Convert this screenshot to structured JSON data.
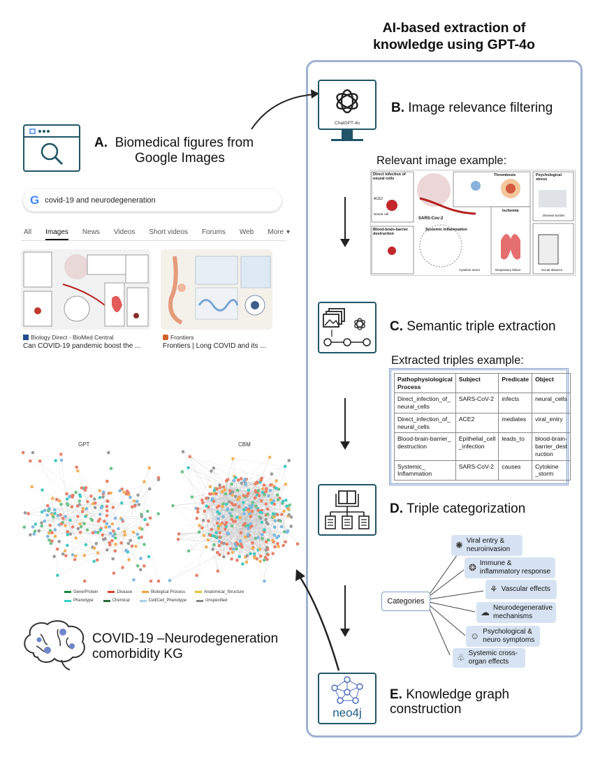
{
  "heading": {
    "line1": "AI-based extraction of",
    "line2": "knowledge using GPT-4o"
  },
  "section_a": {
    "letter": "A.",
    "title_line1": "Biomedical figures from",
    "title_line2": "Google Images"
  },
  "google": {
    "query": "covid-19 and neurodegeneration",
    "tabs": [
      "All",
      "Images",
      "News",
      "Videos",
      "Short videos",
      "Forums",
      "Web",
      "More"
    ],
    "active_tab": "Images",
    "results": [
      {
        "source": "Biology Direct - BioMed Central",
        "title": "Can COVID-19 pandemic boost the ..."
      },
      {
        "source": "Frontiers",
        "title": "Frontiers | Long COVID and its ..."
      }
    ]
  },
  "graphs": {
    "left_label": "GPT",
    "right_label": "CBM",
    "legend": [
      "Gene/Protein",
      "Disease",
      "Biological Process",
      "Anatomical_Structure",
      "Phenotype",
      "Chemical",
      "Cell/Cell_Phenotype",
      "Unspecified"
    ],
    "legend_colors": [
      "#1b8a3a",
      "#d9442c",
      "#f2a33a",
      "#e6c23a",
      "#36d0c6",
      "#2a6a3a",
      "#a8cfe6",
      "#888888"
    ]
  },
  "kg": {
    "line1": "COVID-19 –Neurodegeneration",
    "line2": "comorbidity KG"
  },
  "section_b": {
    "letter": "B.",
    "title": "Image relevance filtering",
    "icon_caption": "ChatGPT-4o",
    "example_label": "Relevant image example:"
  },
  "figure_labels": {
    "direct": "Direct infection of neural cells",
    "thrombosis": "Thrombosis",
    "psych": "Psychological stress",
    "sars": "SARS-Cov-2",
    "ischemia": "Ischemia",
    "bbb": "Blood-brain-barrier destruction",
    "systemic": "Systemic Inflammation",
    "ace2": "ACE2",
    "neural_cell": "Neural cell",
    "resp": "Respiratory failure",
    "social": "Social distance",
    "disease_burden": "Disease burden",
    "cytokine": "Cytokine storm"
  },
  "section_c": {
    "letter": "C.",
    "title": "Semantic triple extraction",
    "example_label": "Extracted triples example:"
  },
  "triples": {
    "headers": [
      "Pathophysiological Process",
      "Subject",
      "Predicate",
      "Object"
    ],
    "rows": [
      [
        "Direct_infection_of_ neural_cells",
        "SARS-CoV-2",
        "infects",
        "neural_cells"
      ],
      [
        "Direct_infection_of_ neural_cells",
        "ACE2",
        "mediates",
        "viral_entry"
      ],
      [
        "Blood-brain-barrier_ destruction",
        "Epithelial_cell _infection",
        "leads_to",
        "blood-brain-barrier_destruction"
      ],
      [
        "Systemic_ Inflammation",
        "SARS-CoV-2",
        "causes",
        "Cytokine _storm"
      ]
    ]
  },
  "section_d": {
    "letter": "D.",
    "title": "Triple categorization"
  },
  "categories": {
    "root": "Categories",
    "items": [
      {
        "label": "Viral entry & neuroinvasion",
        "icon": "virus-icon"
      },
      {
        "label": "Immune & inflammatory response",
        "icon": "immune-icon"
      },
      {
        "label": "Vascular effects",
        "icon": "vessel-icon"
      },
      {
        "label": "Neurodegenerative mechanisms",
        "icon": "brain-icon"
      },
      {
        "label": "Psychological & neuro symptoms",
        "icon": "head-icon"
      },
      {
        "label": "Systemic cross-organ effects",
        "icon": "lungs-icon"
      }
    ]
  },
  "section_e": {
    "letter": "E.",
    "title_line1": "Knowledge graph",
    "title_line2": "construction",
    "logo": "neo4j"
  }
}
